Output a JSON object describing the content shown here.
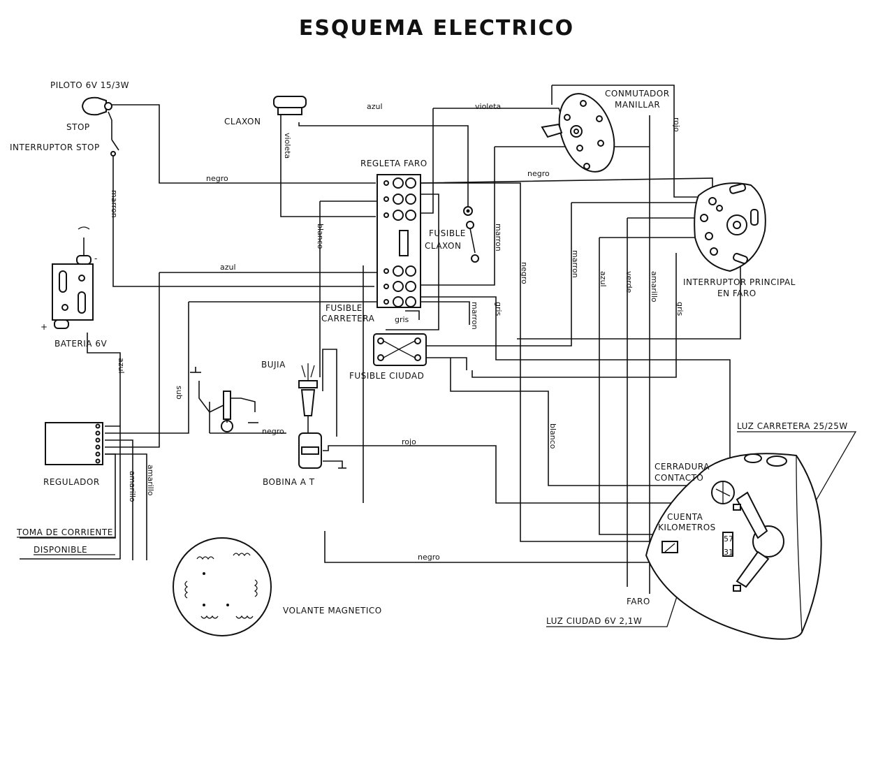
{
  "title": "ESQUEMA ELECTRICO",
  "components": {
    "piloto": "PILOTO 6V 15/3W",
    "stop": "STOP",
    "interruptor_stop": "INTERRUPTOR STOP",
    "claxon": "CLAXON",
    "regleta_faro": "REGLETA FARO",
    "conmutador_1": "CONMUTADOR",
    "conmutador_2": "MANILLAR",
    "fusible_claxon_1": "FUSIBLE",
    "fusible_claxon_2": "CLAXON",
    "interruptor_principal_1": "INTERRUPTOR PRINCIPAL",
    "interruptor_principal_2": "EN FARO",
    "bateria": "BATERIA 6V",
    "fusible_carretera_1": "FUSIBLE",
    "fusible_carretera_2": "CARRETERA",
    "bujia": "BUJIA",
    "fusible_ciudad": "FUSIBLE CIUDAD",
    "luz_carretera": "LUZ CARRETERA 25/25W",
    "regulador": "REGULADOR",
    "bobina": "BOBINA A T",
    "cerradura_1": "CERRADURA",
    "cerradura_2": "CONTACTO",
    "cuenta_1": "CUENTA",
    "cuenta_2": "KILOMETROS",
    "toma_corriente": "TOMA DE CORRIENTE",
    "disponible": "DISPONIBLE",
    "faro": "FARO",
    "volante": "VOLANTE MAGNETICO",
    "luz_ciudad": "LUZ CIUDAD 6V 2,1W",
    "term_57": "57",
    "term_31": "31"
  },
  "wires": {
    "azul": "azul",
    "violeta": "violeta",
    "rojo": "rojo",
    "negro": "negro",
    "marron": "marron",
    "blanco": "blanco",
    "verde": "verde",
    "amarillo": "amarillo",
    "gris": "gris"
  }
}
